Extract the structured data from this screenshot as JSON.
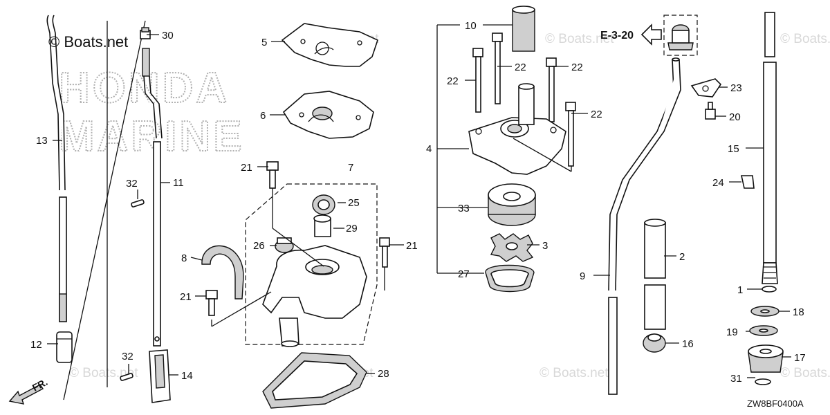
{
  "watermarks": {
    "copyright_main": "© Boats.net",
    "copyright_repeat": "© Boats.net",
    "brand_line1": "HONDA",
    "brand_line2": "MARINE"
  },
  "reference": {
    "label": "E-3-20"
  },
  "drawing_code": "ZW8BF0400A",
  "direction": {
    "label": "FR."
  },
  "callouts": {
    "c1": "1",
    "c2": "2",
    "c3": "3",
    "c4": "4",
    "c5": "5",
    "c6": "6",
    "c7": "7",
    "c8": "8",
    "c9": "9",
    "c10": "10",
    "c11": "11",
    "c12": "12",
    "c13": "13",
    "c14": "14",
    "c15": "15",
    "c16": "16",
    "c17": "17",
    "c18": "18",
    "c19": "19",
    "c20": "20",
    "c21a": "21",
    "c21b": "21",
    "c21c": "21",
    "c22a": "22",
    "c22b": "22",
    "c22c": "22",
    "c22d": "22",
    "c23": "23",
    "c24": "24",
    "c25": "25",
    "c26": "26",
    "c27": "27",
    "c28": "28",
    "c29": "29",
    "c30": "30",
    "c31": "31",
    "c32a": "32",
    "c32b": "32",
    "c33": "33"
  }
}
